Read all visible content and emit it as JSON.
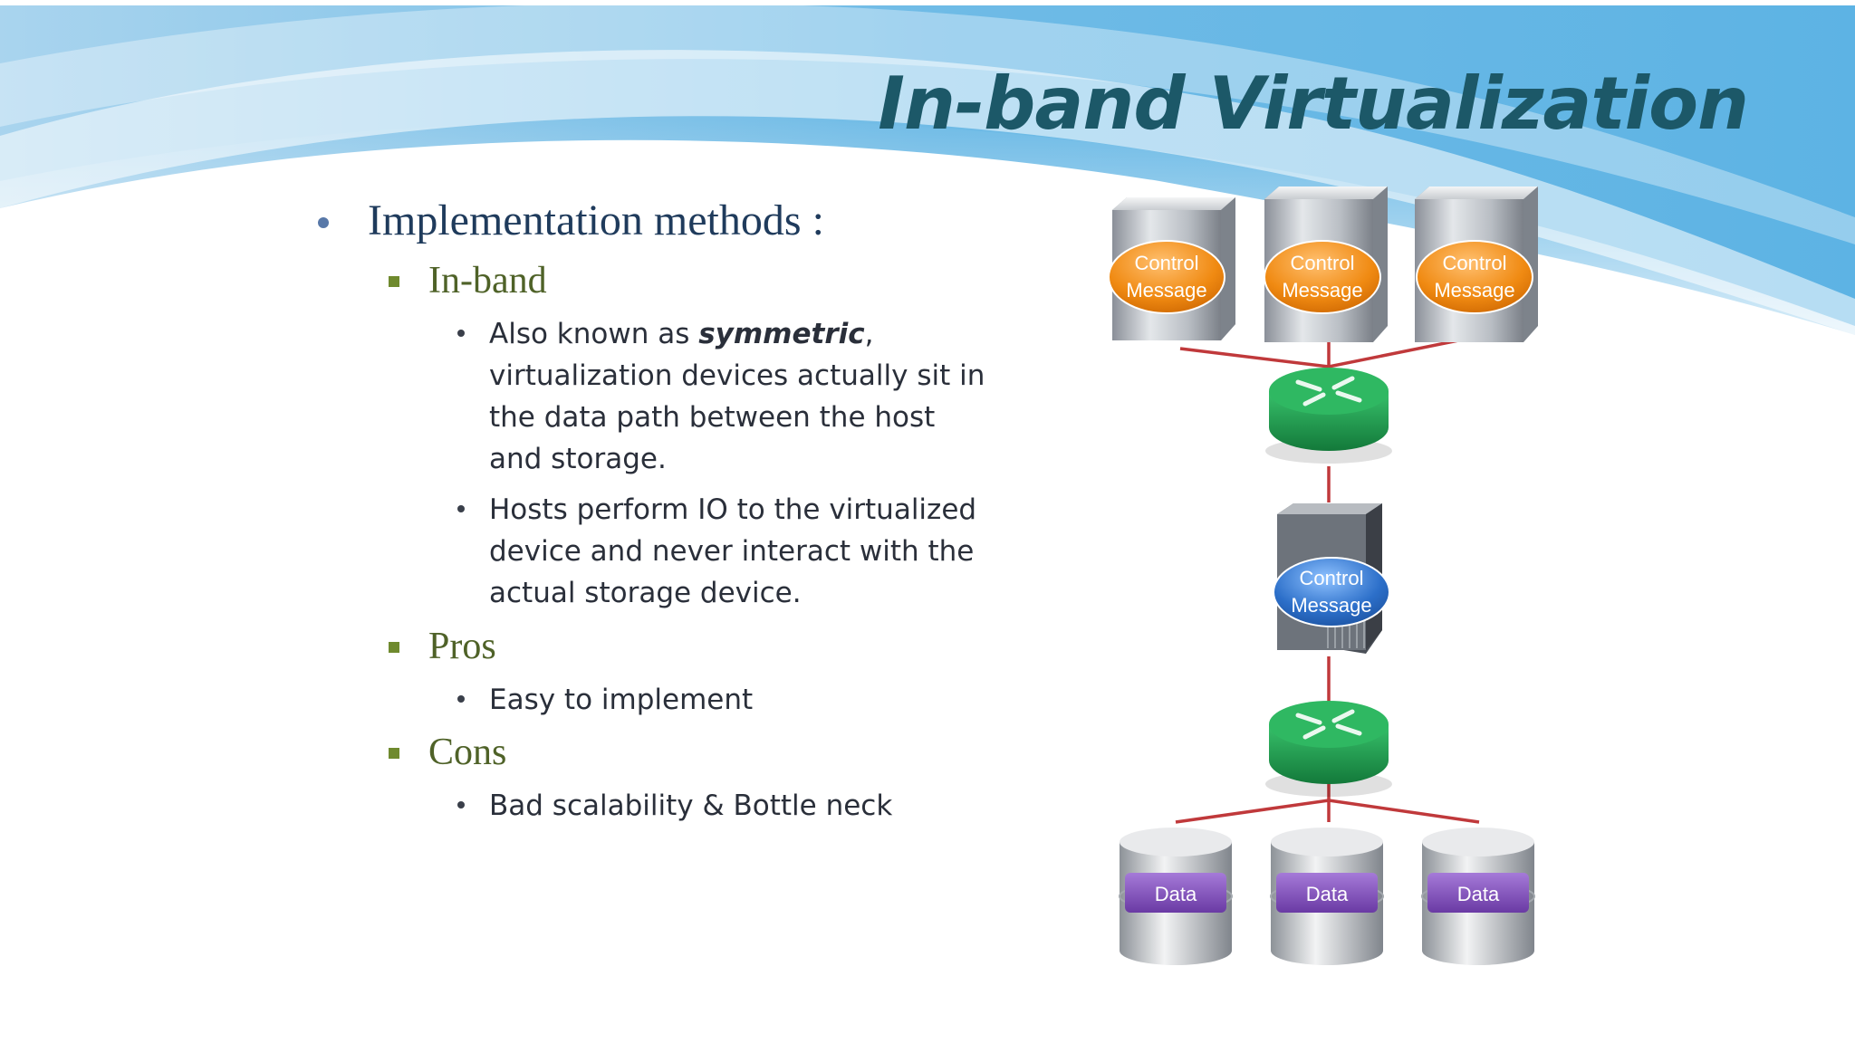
{
  "slide": {
    "title": "In-band Virtualization",
    "bullets": {
      "implementation": "Implementation methods :",
      "inband": {
        "label": "In-band",
        "b1_pre": "Also known as ",
        "b1_bold": "symmetric",
        "b1_post": ",",
        "b1_lines": [
          "virtualization devices actually sit in",
          "the data path between the host",
          "and storage."
        ],
        "b2_lines": [
          "Hosts perform IO to the virtualized",
          "device and never interact with the",
          "actual storage device."
        ]
      },
      "pros": {
        "label": "Pros",
        "item": "Easy to implement"
      },
      "cons": {
        "label": "Cons",
        "item": "Bad scalability & Bottle neck"
      }
    }
  },
  "diagram": {
    "host_label_line1": "Control",
    "host_label_line2": "Message",
    "virt_label_line1": "Control",
    "virt_label_line2": "Message",
    "storage_label": "Data",
    "colors": {
      "link": "#c0393b",
      "switch": "#1f9a4b",
      "host_badge": "#f08a12",
      "virt_badge": "#2c6fc9",
      "storage_badge": "#7b46b5",
      "title": "#1c5868"
    }
  }
}
